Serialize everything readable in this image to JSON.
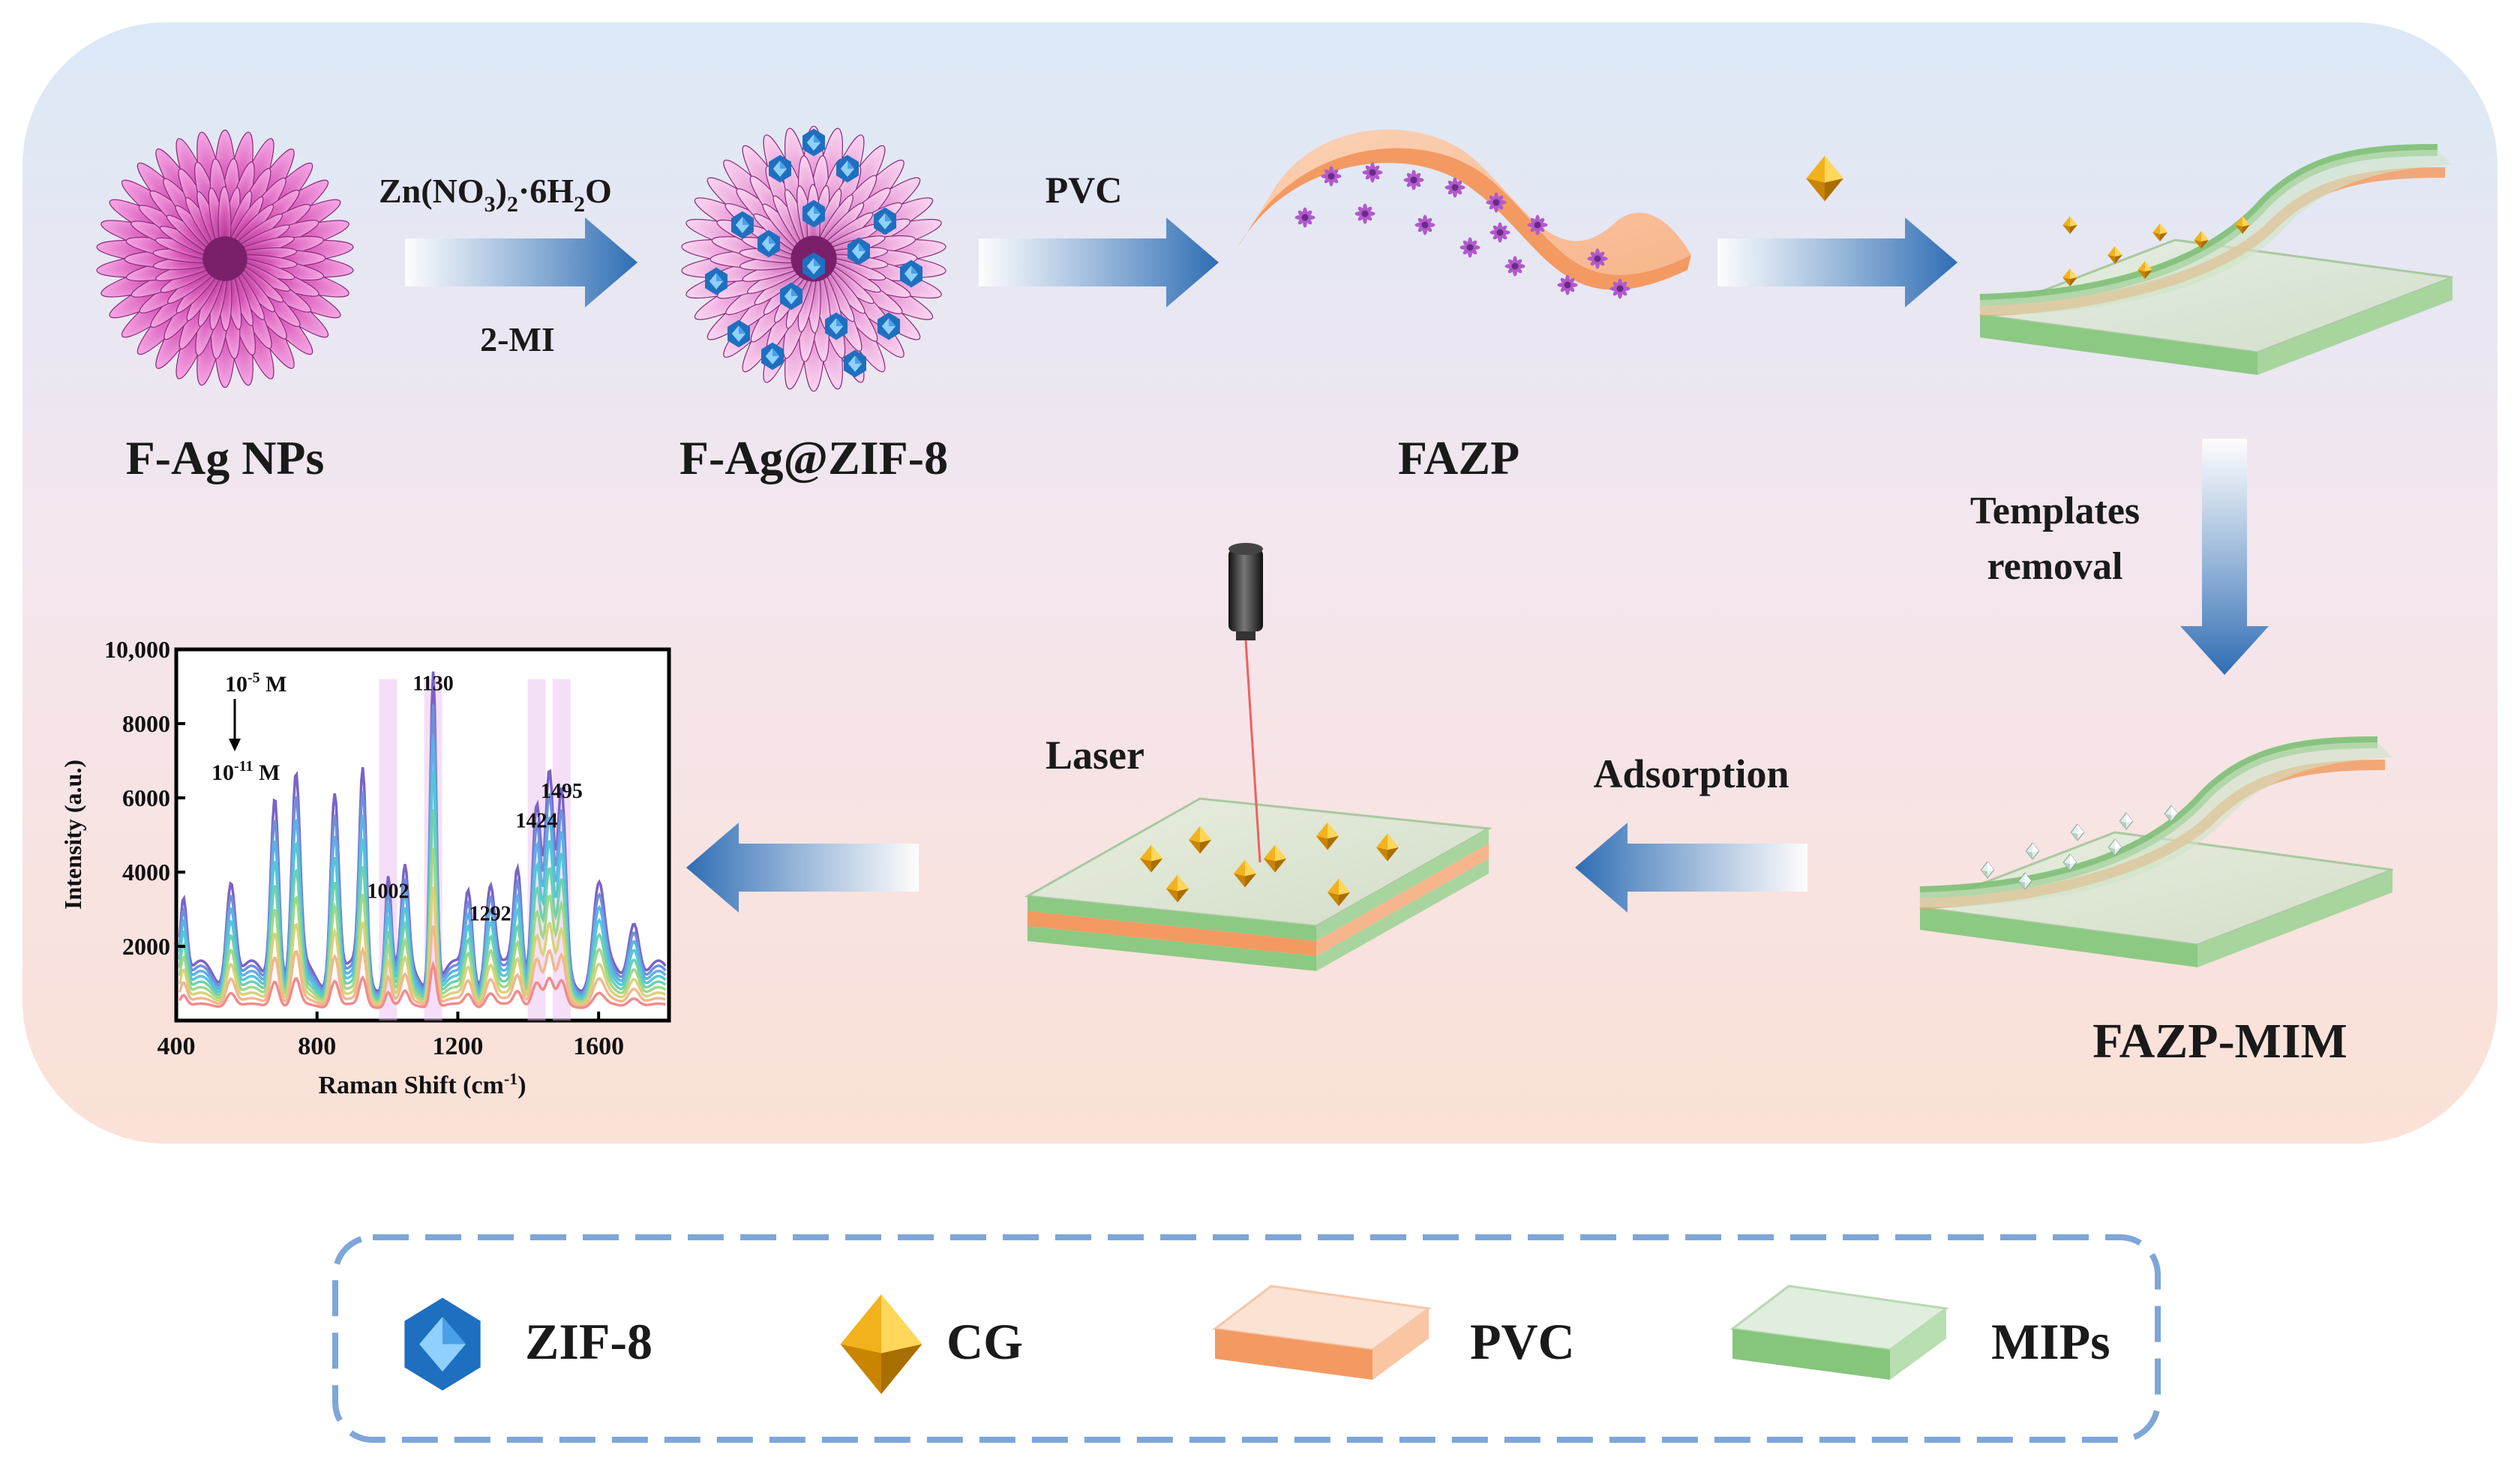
{
  "materials": {
    "f_ag_nps": "F-Ag NPs",
    "f_ag_zif8": "F-Ag@ZIF-8",
    "fazp": "FAZP",
    "fazp_mim": "FAZP-MIM"
  },
  "steps": {
    "reagent_top_base": "Zn(NO",
    "reagent_top_sub1": "3",
    "reagent_top_mid": ")",
    "reagent_top_sub2": "2",
    "reagent_top_tail": "·6H",
    "reagent_top_sub3": "2",
    "reagent_top_end": "O",
    "reagent_bottom": "2-MI",
    "pvc_step": "PVC",
    "templates_line1": "Templates",
    "templates_line2": "removal",
    "adsorption": "Adsorption",
    "laser": "Laser"
  },
  "legend": {
    "zif8": "ZIF-8",
    "cg": "CG",
    "pvc": "PVC",
    "mips": "MIPs"
  },
  "colors": {
    "zif8_blue": "#1f6fc0",
    "cg_gold": "#e8a317",
    "pvc_orange": "#f5a16a",
    "mips_green": "#8fcf8a",
    "flower_pink": "#d85ab8",
    "arrow_blue": "#2e6db4",
    "legend_border": "#7ea6d8"
  },
  "chart_data": {
    "type": "line",
    "xlabel": "Raman Shift (cm",
    "xlabel_sup": "-1",
    "xlabel_end": ")",
    "ylabel": "Intensity (a.u.)",
    "xlim": [
      400,
      1800
    ],
    "ylim": [
      0,
      10000
    ],
    "x_ticks": [
      {
        "v": 400,
        "t": "400"
      },
      {
        "v": 800,
        "t": "800"
      },
      {
        "v": 1200,
        "t": "1200"
      },
      {
        "v": 1600,
        "t": "1600"
      }
    ],
    "y_ticks": [
      {
        "v": 2000,
        "t": "2000"
      },
      {
        "v": 4000,
        "t": "4000"
      },
      {
        "v": 6000,
        "t": "6000"
      },
      {
        "v": 8000,
        "t": "8000"
      },
      {
        "v": 10000,
        "t": "10,000"
      }
    ],
    "concentration_top_base": "10",
    "concentration_top_sup": "-5",
    "concentration_top_unit": " M",
    "concentration_bottom_base": "10",
    "concentration_bottom_sup": "-11",
    "concentration_bottom_unit": " M",
    "peak_labels": [
      {
        "x": 1002,
        "y": 3300,
        "t": "1002"
      },
      {
        "x": 1130,
        "y": 8900,
        "t": "1130"
      },
      {
        "x": 1292,
        "y": 2700,
        "t": "1292"
      },
      {
        "x": 1424,
        "y": 5200,
        "t": "1424"
      },
      {
        "x": 1495,
        "y": 6000,
        "t": "1495"
      }
    ],
    "peaks": [
      {
        "x": 420,
        "h": 0.45,
        "w": 14
      },
      {
        "x": 555,
        "h": 0.55,
        "w": 18
      },
      {
        "x": 680,
        "h": 1.0,
        "w": 16
      },
      {
        "x": 740,
        "h": 1.0,
        "w": 16
      },
      {
        "x": 850,
        "h": 1.0,
        "w": 16
      },
      {
        "x": 930,
        "h": 1.05,
        "w": 14
      },
      {
        "x": 1002,
        "h": 0.55,
        "w": 12
      },
      {
        "x": 1050,
        "h": 0.5,
        "w": 14
      },
      {
        "x": 1130,
        "h": 1.65,
        "w": 12
      },
      {
        "x": 1230,
        "h": 0.45,
        "w": 16
      },
      {
        "x": 1292,
        "h": 0.5,
        "w": 18
      },
      {
        "x": 1370,
        "h": 0.55,
        "w": 16
      },
      {
        "x": 1424,
        "h": 0.95,
        "w": 18
      },
      {
        "x": 1460,
        "h": 1.0,
        "w": 16
      },
      {
        "x": 1495,
        "h": 0.9,
        "w": 16
      },
      {
        "x": 1600,
        "h": 0.45,
        "w": 22
      },
      {
        "x": 1700,
        "h": 0.35,
        "w": 22
      }
    ],
    "series": [
      {
        "scale": 5200,
        "base": 1200,
        "color": "#7a62c8"
      },
      {
        "scale": 4700,
        "base": 1100,
        "color": "#6f8fd8"
      },
      {
        "scale": 4200,
        "base": 1000,
        "color": "#5eb0e6"
      },
      {
        "scale": 3700,
        "base": 900,
        "color": "#55c6d8"
      },
      {
        "scale": 3100,
        "base": 800,
        "color": "#6fd0b0"
      },
      {
        "scale": 2500,
        "base": 700,
        "color": "#9ed88a"
      },
      {
        "scale": 1900,
        "base": 600,
        "color": "#d8d27a"
      },
      {
        "scale": 1300,
        "base": 500,
        "color": "#f0b890"
      },
      {
        "scale": 700,
        "base": 400,
        "color": "#f08c8c"
      }
    ],
    "highlight_regions": [
      {
        "x": 1002,
        "color": "#e9b8f0"
      },
      {
        "x": 1130,
        "color": "#e9b8f0"
      },
      {
        "x": 1424,
        "color": "#e9b8f0"
      },
      {
        "x": 1495,
        "color": "#e9b8f0"
      }
    ]
  }
}
